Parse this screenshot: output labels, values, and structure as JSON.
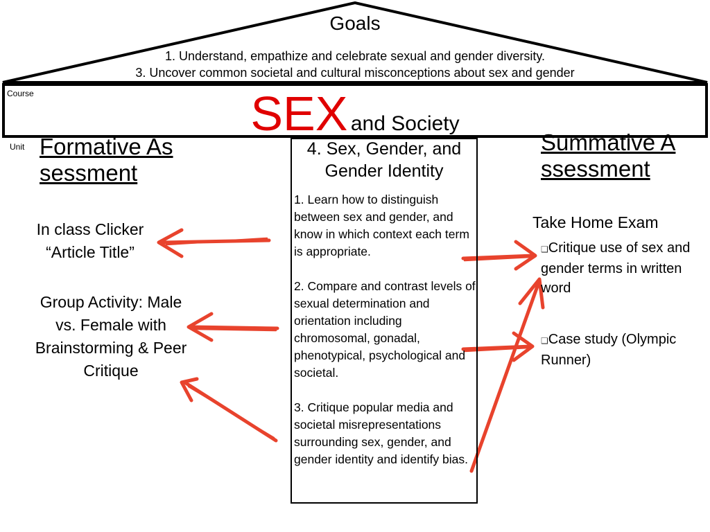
{
  "goals": {
    "title": "Goals",
    "line1": "1. Understand, empathize and celebrate sexual and gender diversity.",
    "line2": "3. Uncover common societal and cultural misconceptions about sex and gender"
  },
  "course": {
    "label": "Course",
    "title_red": "SEX",
    "title_rest": "and Society"
  },
  "unit": {
    "label": "Unit",
    "title": "4. Sex, Gender, and Gender Identity",
    "objectives": "1. Learn how to distinguish between sex and gender, and know in which context each term is appropriate.\n\n2. Compare and contrast levels of sexual determination and orientation including chromosomal, gonadal, phenotypical, psychological and societal.\n\n3. Critique popular media and societal misrepresentations surrounding sex, gender, and  gender identity and identify bias."
  },
  "formative": {
    "heading": "Formative Assessment",
    "items": [
      "In class Clicker “Article Title”",
      "Group Activity: Male vs. Female with Brainstorming & Peer Critique"
    ]
  },
  "summative": {
    "heading": "Summative Assessment",
    "exam": "Take Home Exam",
    "items": [
      "Critique use of sex and gender terms in written word",
      "Case study (Olympic Runner)"
    ]
  },
  "colors": {
    "accent_red": "#e00000",
    "arrow_red": "#e8432d"
  },
  "icons": {
    "bullet": "bullet-icon",
    "arrow": "arrow-icon"
  }
}
